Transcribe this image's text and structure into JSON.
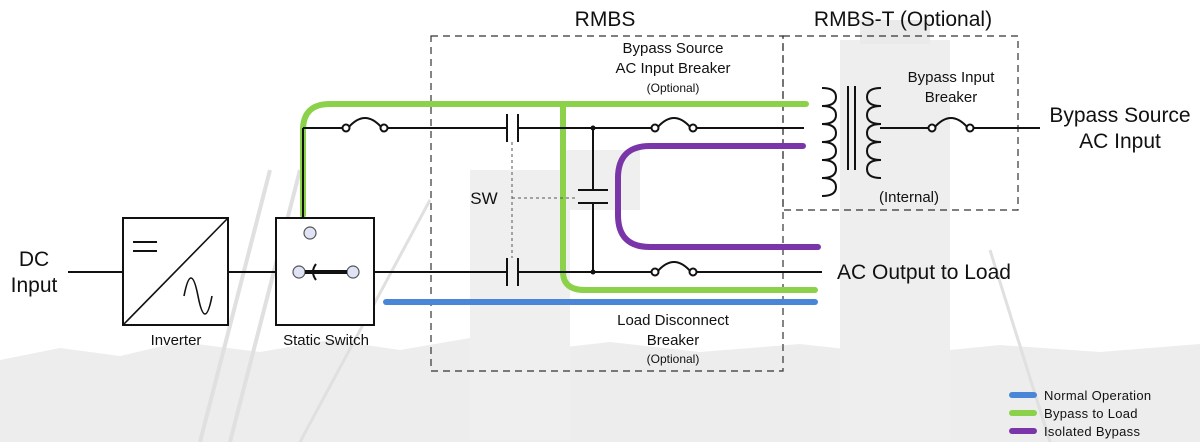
{
  "labels": {
    "rmbs": "RMBS",
    "rmbs_t": "RMBS-T (Optional)",
    "bypass_source_breaker_line1": "Bypass Source",
    "bypass_source_breaker_line2": "AC Input Breaker",
    "bypass_source_breaker_note": "(Optional)",
    "bypass_input_breaker_line1": "Bypass Input",
    "bypass_input_breaker_line2": "Breaker",
    "internal_note": "(Internal)",
    "bypass_source_ac_line1": "Bypass Source",
    "bypass_source_ac_line2": "AC Input",
    "dc_input_line1": "DC",
    "dc_input_line2": "Input",
    "sw": "SW",
    "inverter": "Inverter",
    "static_switch": "Static Switch",
    "ac_output": "AC Output to Load",
    "load_disconnect_line1": "Load Disconnect",
    "load_disconnect_line2": "Breaker",
    "load_disconnect_note": "(Optional)"
  },
  "legend": [
    {
      "label": "Normal Operation",
      "color": "#4a86d8"
    },
    {
      "label": "Bypass to Load",
      "color": "#8cd14a"
    },
    {
      "label": "Isolated Bypass",
      "color": "#7a35a8"
    }
  ],
  "colors": {
    "normal": "#4a86d8",
    "bypass": "#8cd14a",
    "isolated": "#7a35a8",
    "wire": "#111111",
    "background_silhouette": "#e2e2e2"
  }
}
